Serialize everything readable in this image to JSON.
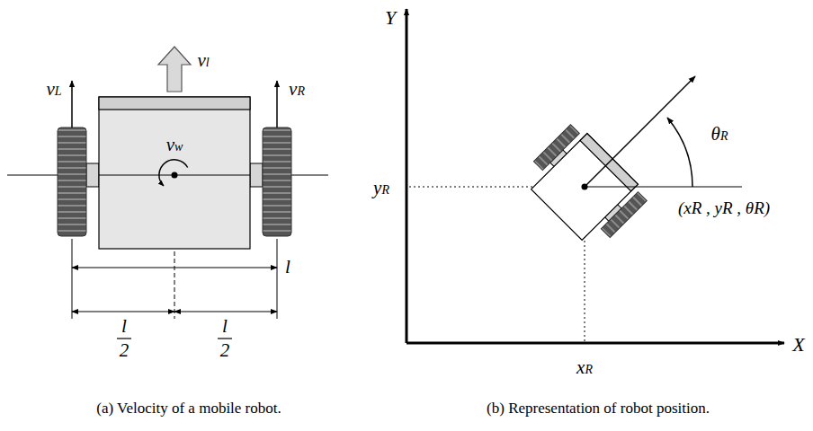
{
  "diagram": {
    "labels": [
      "vL",
      "vR",
      "vl",
      "vw",
      "l",
      "l",
      "2",
      "l",
      "2",
      "(a) Velocity of a mobile robot.",
      "Y",
      "X",
      "yR",
      "xR",
      "θR",
      "(xR , yR , θR)",
      "(b) Representation of robot position."
    ]
  }
}
